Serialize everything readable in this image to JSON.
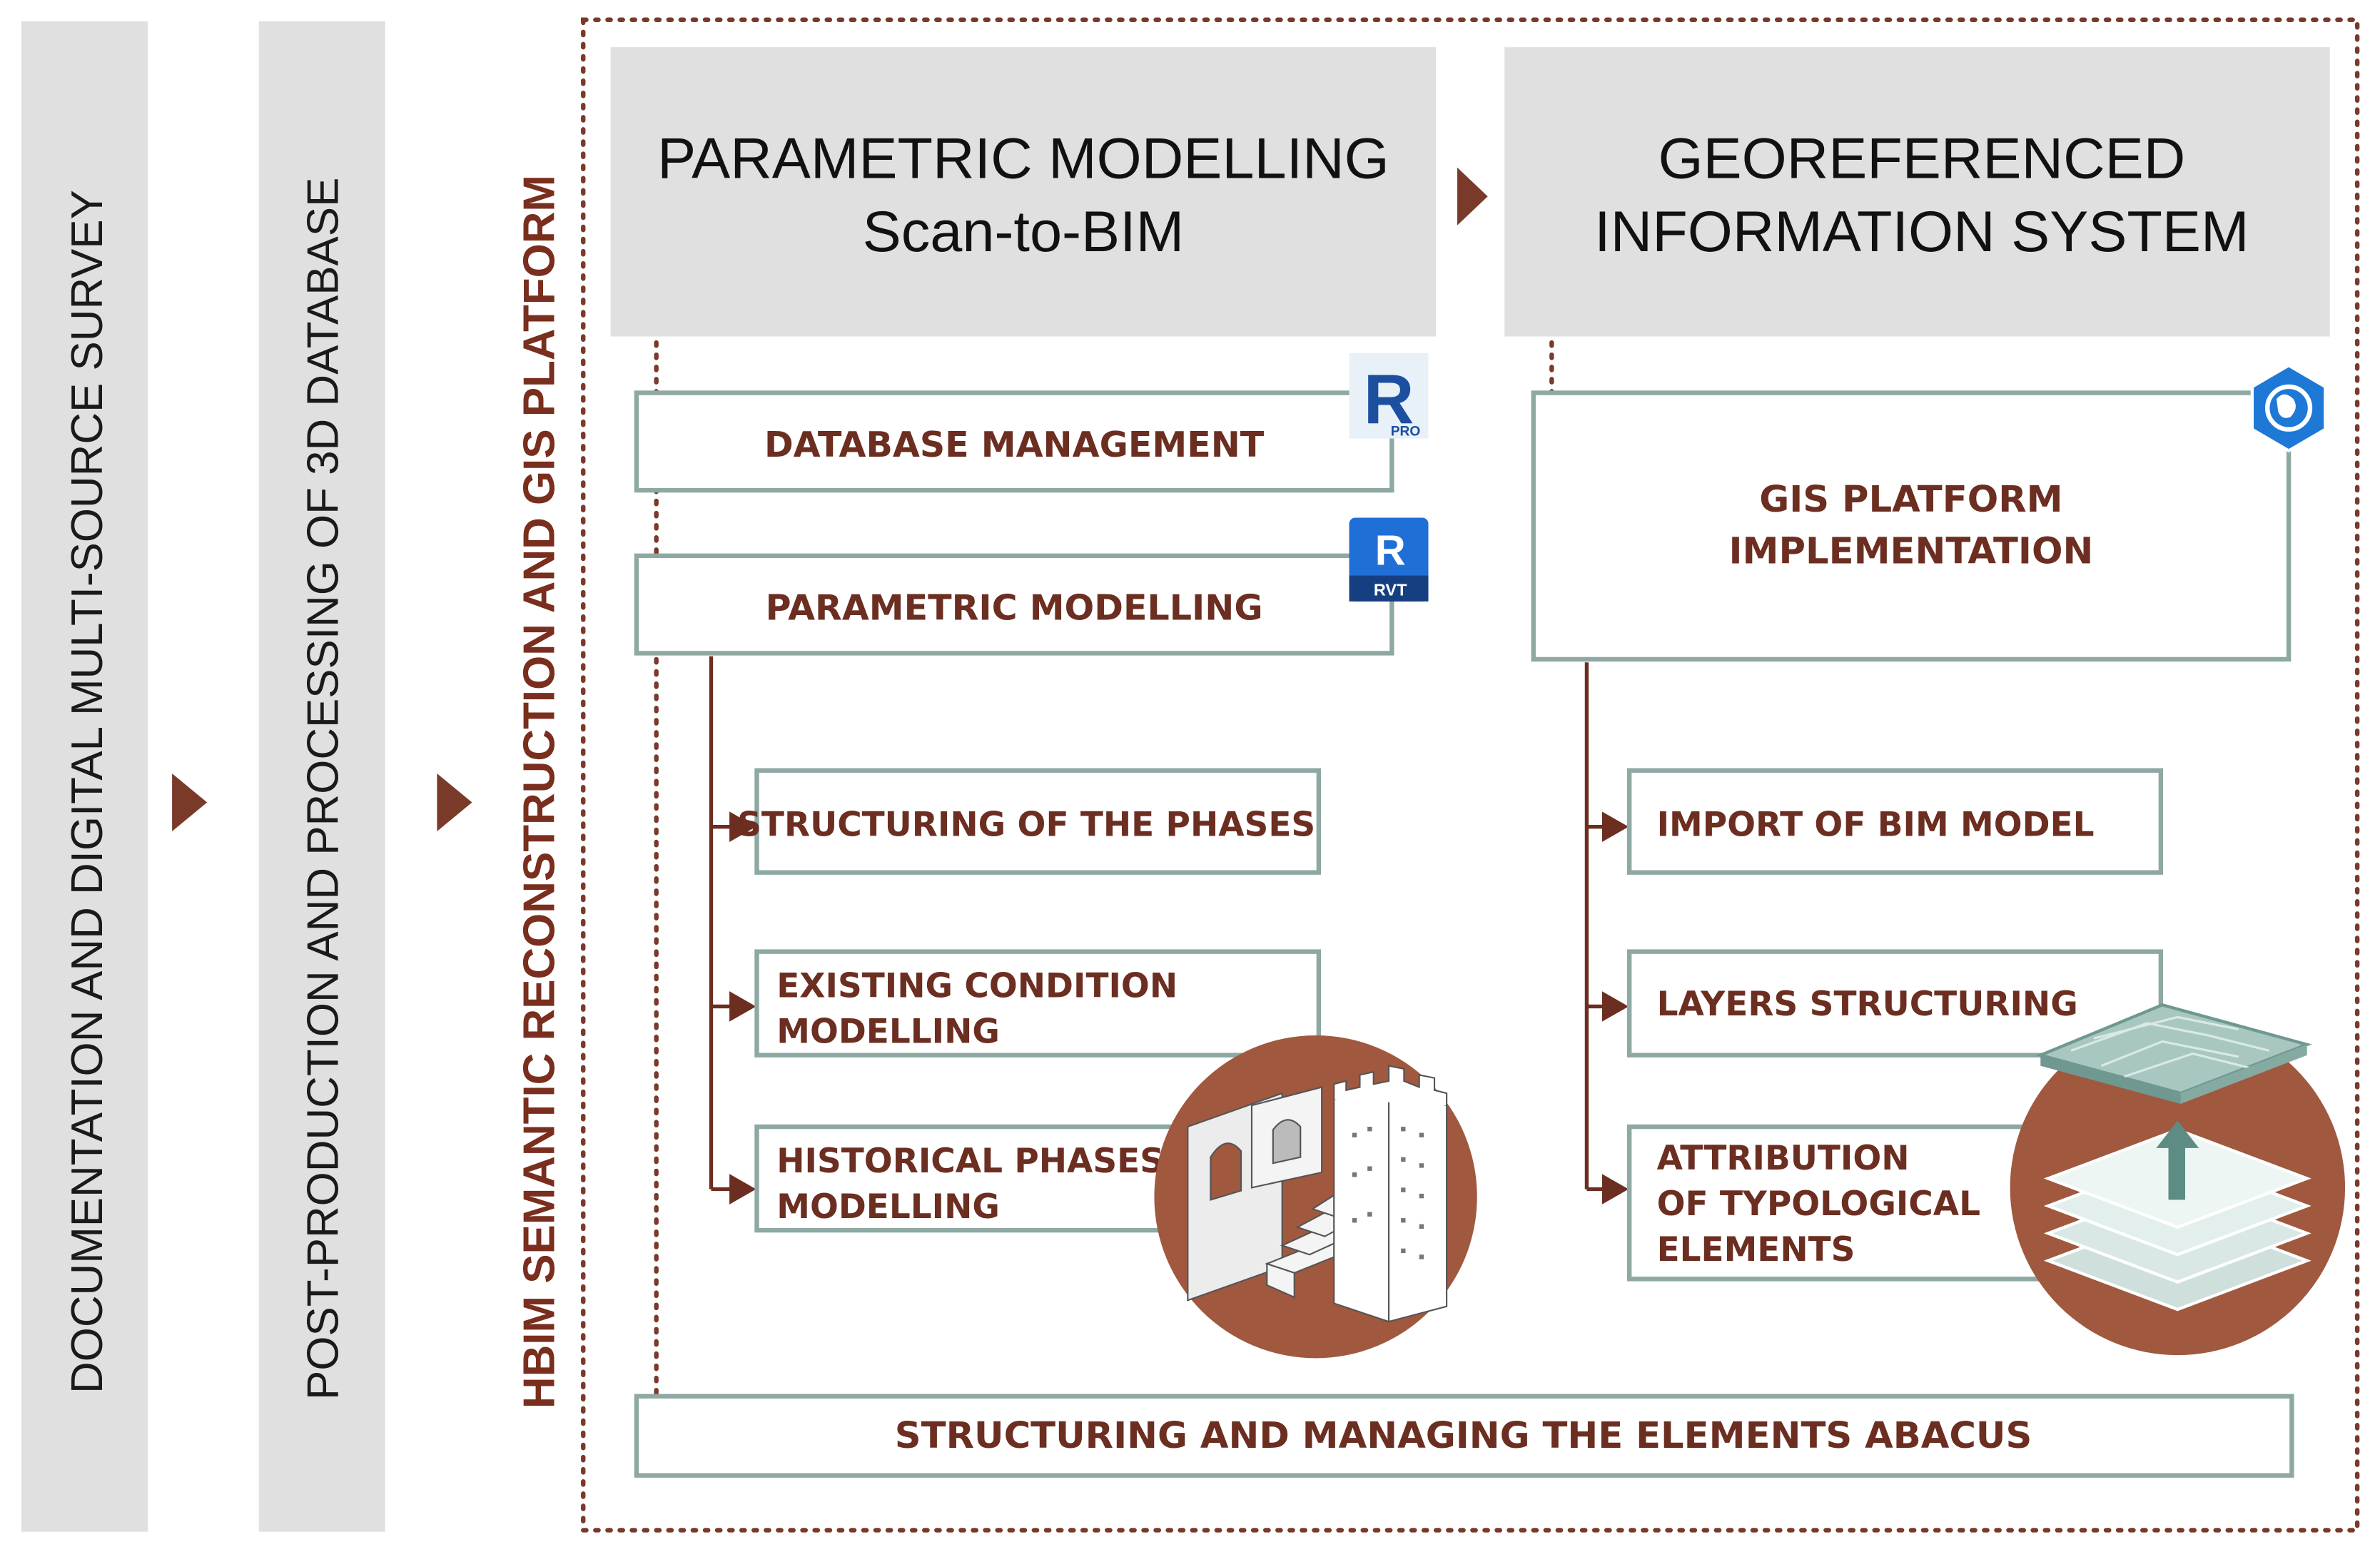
{
  "stages": {
    "stage1": "DOCUMENTATION AND  DIGITAL MULTI-SOURCE SURVEY",
    "stage2": "POST-PRODUCTION AND PROCESSING OF 3D DATABASE",
    "stage3": "HBIM SEMANTIC RECONSTRUCTION AND GIS PLATFORM"
  },
  "headers": {
    "left_line1": "PARAMETRIC MODELLING",
    "left_line2": "Scan-to-BIM",
    "right_line1": "GEOREFERENCED",
    "right_line2": "INFORMATION SYSTEM"
  },
  "left": {
    "database_management": "DATABASE MANAGEMENT",
    "parametric_modelling": "PARAMETRIC MODELLING",
    "structuring_phases": "STRUCTURING OF THE PHASES",
    "existing_line1": "EXISTING CONDITION",
    "existing_line2": "MODELLING",
    "historical_line1": "HISTORICAL PHASES",
    "historical_line2": "MODELLING"
  },
  "right": {
    "gis_line1": "GIS PLATFORM",
    "gis_line2": "IMPLEMENTATION",
    "import_bim": "IMPORT OF BIM MODEL",
    "layers": "LAYERS STRUCTURING",
    "attribution_line1": "ATTRIBUTION",
    "attribution_line2": "OF TYPOLOGICAL",
    "attribution_line3": "ELEMENTS"
  },
  "bottom": {
    "abacus": "STRUCTURING AND MANAGING THE ELEMENTS ABACUS"
  },
  "icons": {
    "revit_pro_letter": "R",
    "revit_pro_sub": "PRO",
    "revit_rvt_letter": "R",
    "revit_rvt_sub": "RVT",
    "arcgis": "arcgis-globe-icon"
  },
  "colors": {
    "accent": "#7a3a2a",
    "circle": "#a0583f",
    "box_border": "#8ea8a3",
    "panel_grey": "#e0e0e0"
  }
}
